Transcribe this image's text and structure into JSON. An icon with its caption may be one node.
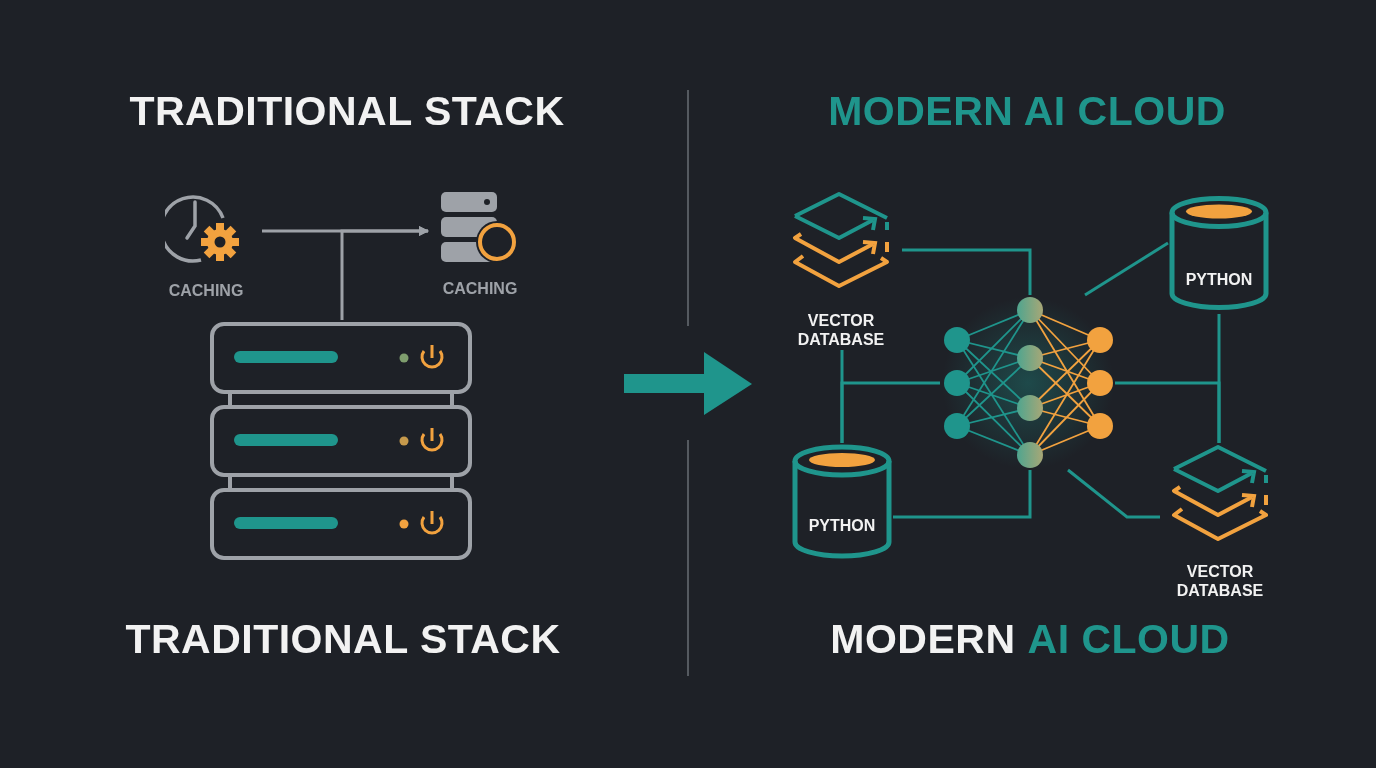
{
  "diagram": {
    "nodes": [
      {
        "text": [
          "CACHING"
        ]
      },
      {
        "text": [
          "CACHING"
        ]
      },
      {
        "text": [],
        "shape": "picture"
      },
      {
        "text": [
          "VECTOR DATABASE"
        ]
      },
      {
        "text": [
          "PYTHON"
        ]
      },
      {
        "text": [],
        "shape": "picture"
      },
      {
        "text": [
          "PYTHON"
        ]
      },
      {
        "text": [
          "VECTOR DATABASE"
        ]
      }
    ],
    "edges": [
      {
        "from": 0,
        "to": 1,
        "arrow": "to",
        "color": "#9ea2a8"
      },
      {
        "from": 2,
        "to": 1,
        "arrow": "to",
        "color": "#9ea2a8"
      },
      {
        "from": 3,
        "to": 5,
        "arrow": "none"
      },
      {
        "from": 5,
        "to": 4,
        "arrow": "none"
      },
      {
        "from": 3,
        "to": 6,
        "arrow": "none"
      },
      {
        "from": 5,
        "to": 6,
        "arrow": "none"
      },
      {
        "from": 5,
        "to": 6,
        "arrow": "none"
      },
      {
        "from": 4,
        "to": 7,
        "arrow": "none"
      },
      {
        "from": 5,
        "to": 7,
        "arrow": "none"
      },
      {
        "from": 5,
        "to": 7,
        "arrow": "none"
      }
    ],
    "labels": [
      "TRADITIONAL STACK",
      "MODERN AI CLOUD",
      "TRADITIONAL STACK",
      "MODERN",
      "AI CLOUD"
    ]
  }
}
